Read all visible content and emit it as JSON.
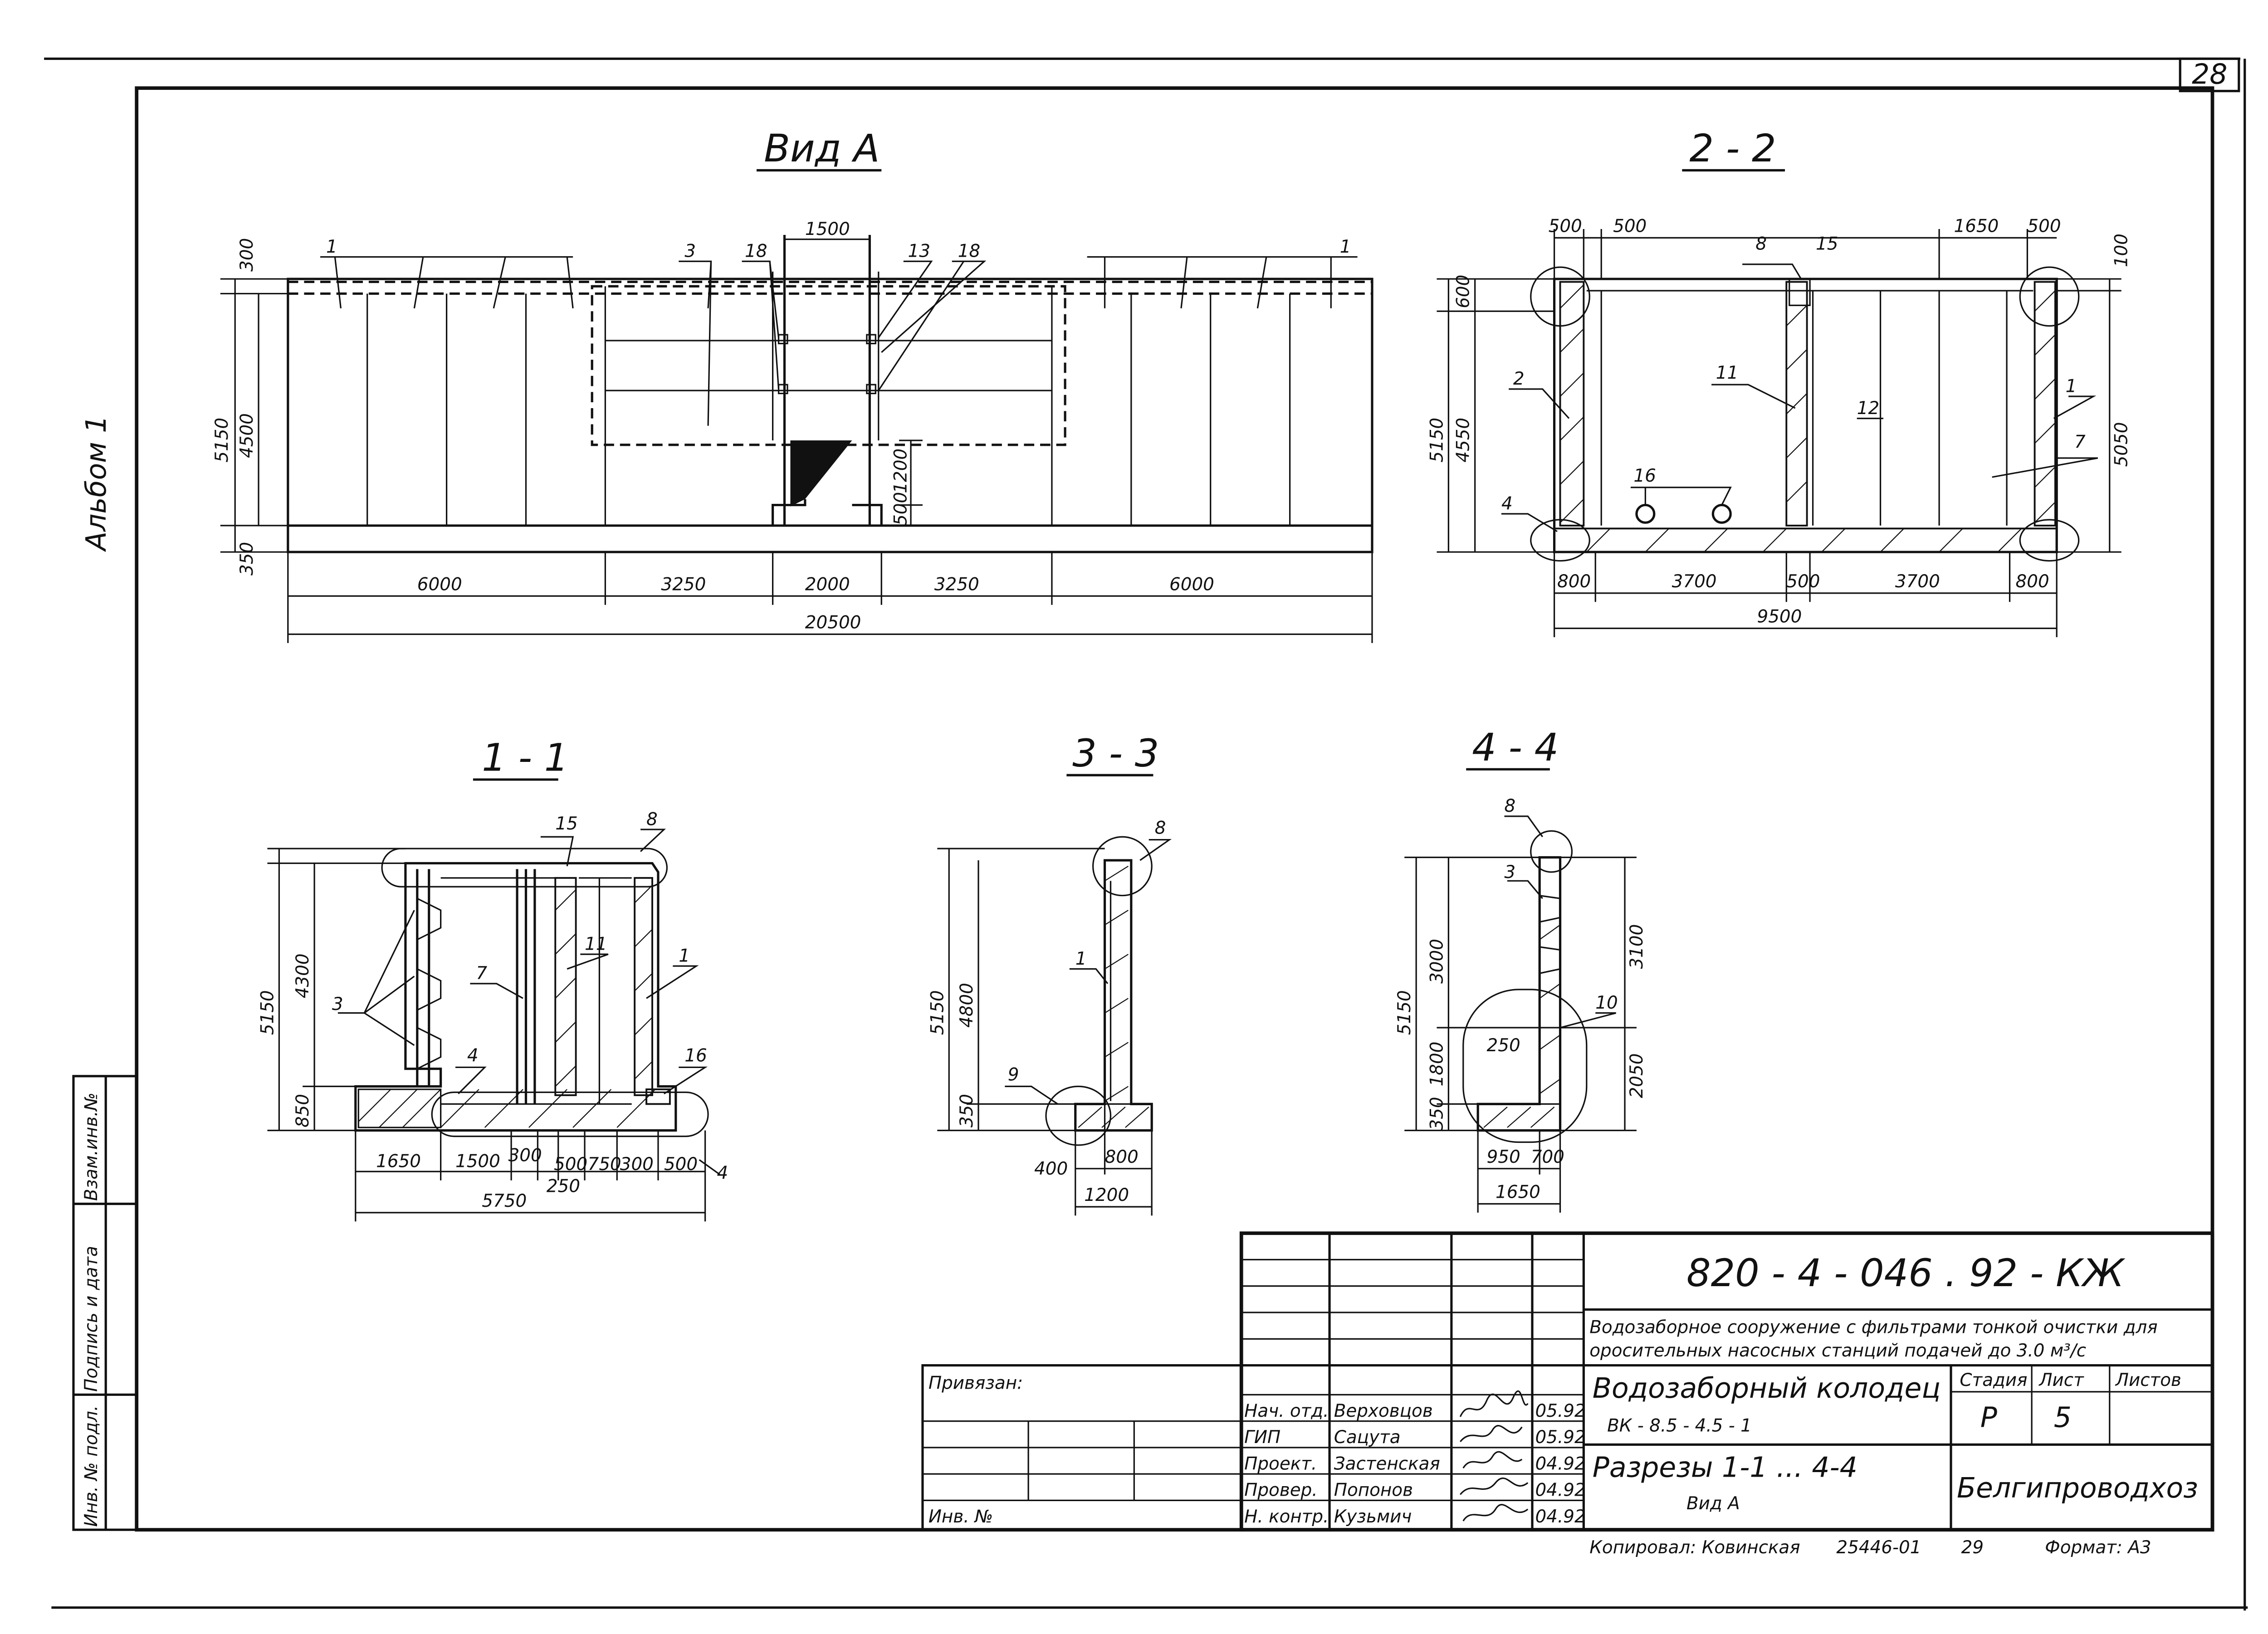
{
  "sheet": {
    "number": "28",
    "album": "Альбом 1"
  },
  "side_stamp": {
    "inv_podl": "Инв. № подл.",
    "podpis_data": "Подпись и дата",
    "vzam_inv": "Взам.инв.№"
  },
  "views": {
    "vid_a": {
      "title": "Вид А",
      "labels": [
        "1",
        "3",
        "18",
        "13",
        "18",
        "1"
      ],
      "dims": {
        "top": "1500",
        "h300": "300",
        "h5150": "5150",
        "h4500": "4500",
        "h350": "350",
        "h1200": "1200",
        "h500": "500",
        "bottom": [
          "6000",
          "3250",
          "2000",
          "3250",
          "6000"
        ],
        "total": "20500"
      }
    },
    "s22": {
      "title": "2 - 2",
      "labels": [
        "8",
        "15",
        "2",
        "11",
        "12",
        "1",
        "7",
        "16",
        "4"
      ],
      "dims": {
        "t500a": "500",
        "t500b": "500",
        "t1650": "1650",
        "t500c": "500",
        "r100": "100",
        "r5050": "5050",
        "l600": "600",
        "l5150": "5150",
        "l4550": "4550",
        "bottom": [
          "800",
          "3700",
          "500",
          "3700",
          "800"
        ],
        "total": "9500"
      }
    },
    "s11": {
      "title": "1 - 1",
      "labels": [
        "15",
        "8",
        "3",
        "7",
        "11",
        "1",
        "4",
        "16",
        "4"
      ],
      "dims": {
        "l5150": "5150",
        "l4300": "4300",
        "l850": "850",
        "bottom": [
          "1650",
          "1500",
          "300",
          "500",
          "750",
          "300",
          "500"
        ],
        "b250": "250",
        "total": "5750"
      }
    },
    "s33": {
      "title": "3 - 3",
      "labels": [
        "8",
        "1",
        "9"
      ],
      "dims": {
        "l5150": "5150",
        "l4800": "4800",
        "l350": "350",
        "b400": "400",
        "b800": "800",
        "total": "1200"
      }
    },
    "s44": {
      "title": "4 - 4",
      "labels": [
        "8",
        "3",
        "10"
      ],
      "dims": {
        "l5150": "5150",
        "l3000": "3000",
        "l1800": "1800",
        "l350": "350",
        "i250": "250",
        "r3100": "3100",
        "r2050": "2050",
        "b950": "950",
        "b700": "700",
        "total": "1650"
      }
    }
  },
  "title_block": {
    "doc_code": "820 - 4 - 046 . 92 - КЖ",
    "description_line1": "Водозаборное сооружение с фильтрами тонкой очистки для",
    "description_line2": "оросительных насосных станций подачей до 3.0 м³/с",
    "object_line1": "Водозаборный колодец",
    "object_line2": "ВК - 8.5 - 4.5 - 1",
    "sheet_line1": "Разрезы 1-1 ... 4-4",
    "sheet_line2": "Вид А",
    "stage_label": "Стадия",
    "sheet_label": "Лист",
    "sheets_label": "Листов",
    "stage": "Р",
    "sheet_no": "5",
    "organization": "Белгипроводхоз",
    "privyazan": "Привязан:",
    "inv_no": "Инв. №",
    "signers": [
      {
        "role": "Нач. отд.",
        "name": "Верховцов",
        "date": "05.92"
      },
      {
        "role": "ГИП",
        "name": "Сацута",
        "date": "05.92"
      },
      {
        "role": "Проект.",
        "name": "Застенская",
        "date": "04.92"
      },
      {
        "role": "Провер.",
        "name": "Попонов",
        "date": "04.92"
      },
      {
        "role": "Н. контр.",
        "name": "Кузьмич",
        "date": "04.92"
      }
    ]
  },
  "footer": {
    "copied": "Копировал: Ковинская",
    "order": "25446-01",
    "order_sheet": "29",
    "format": "Формат: А3"
  }
}
